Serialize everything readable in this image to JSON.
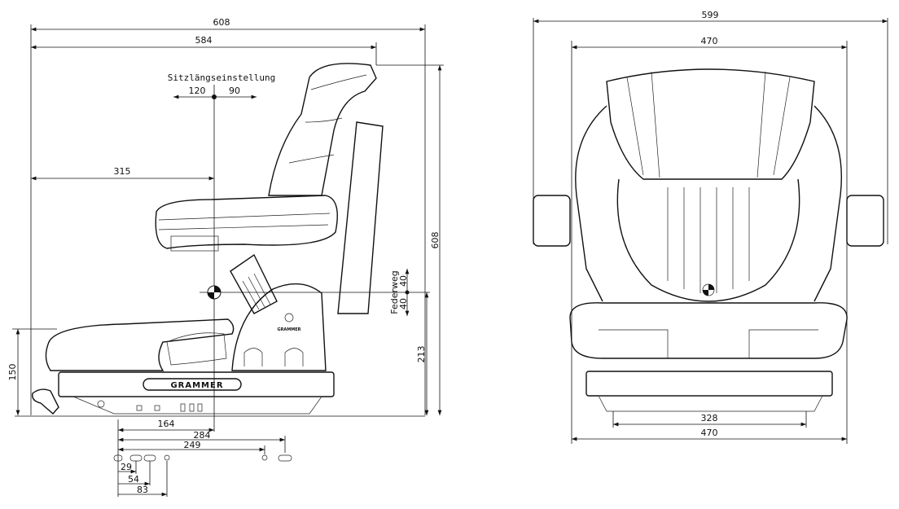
{
  "side_view": {
    "overall_length": "608",
    "length_584": "584",
    "height_608": "608",
    "seat_adjust_label": "Sitzlängseinstellung",
    "adjust_back": "120",
    "adjust_forward": "90",
    "dim_315": "315",
    "suspension_label": "Federweg",
    "suspension_up": "40",
    "suspension_down": "40",
    "height_213": "213",
    "height_150": "150",
    "dim_164": "164",
    "dim_284": "284",
    "dim_249": "249",
    "hole_29": "29",
    "hole_54": "54",
    "hole_83": "83",
    "brand": "GRAMMER"
  },
  "front_view": {
    "overall_width": "599",
    "width_top": "470",
    "width_328": "328",
    "width_bottom": "470"
  }
}
